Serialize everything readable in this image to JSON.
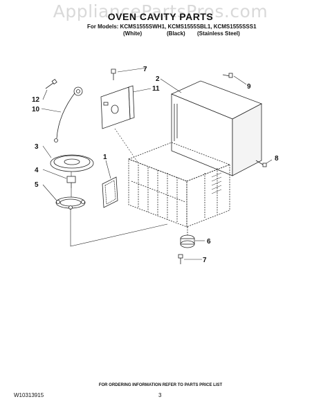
{
  "watermark": "AppliancePartsPros.com",
  "header": {
    "title": "OVEN CAVITY PARTS",
    "models": "For Models: KCMS1555SWH1, KCMS1555SBL1, KCMS1555SSS1",
    "finishes": [
      "(White)",
      "(Black)",
      "(Stainless Steel)"
    ]
  },
  "callouts": [
    "1",
    "2",
    "3",
    "4",
    "5",
    "6",
    "7",
    "7",
    "8",
    "9",
    "10",
    "11",
    "12"
  ],
  "footer": {
    "note": "FOR ORDERING INFORMATION REFER TO PARTS PRICE LIST",
    "doc_id": "W10313915",
    "page": "3"
  }
}
